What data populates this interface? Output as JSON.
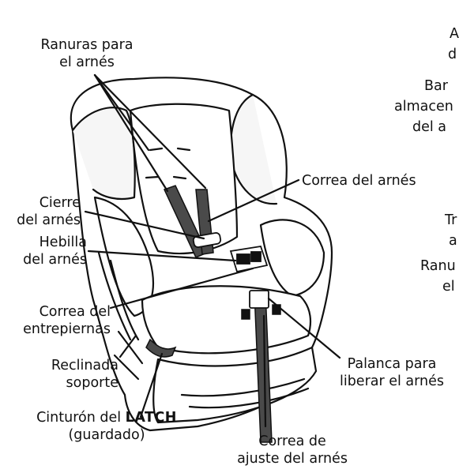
{
  "labels": {
    "harness_slots": [
      "Ranuras para",
      "el arnés"
    ],
    "harness_clip": [
      "Cierre",
      "del arnés"
    ],
    "harness_buckle": [
      "Hebilla",
      "del arnés"
    ],
    "crotch_strap": [
      "Correa del",
      "entrepiernas"
    ],
    "recline_support": [
      "Reclinada",
      "soporte"
    ],
    "latch_belt": {
      "prefix": "Cinturón del ",
      "bold": "LATCH",
      "line2": "(guardado)"
    },
    "adjust_strap": [
      "Correa de",
      "ajuste del arnés"
    ],
    "harness_strap": "Correa del arnés",
    "release_lever": [
      "Palanca para",
      "liberar el arnés"
    ],
    "cut_off_right": [
      "A",
      "d",
      "Bar",
      "almacen",
      "del a",
      "Tr",
      "a",
      "Ranu",
      "el"
    ]
  },
  "colors": {
    "outline": "#111111",
    "strap": "#4a4a4a",
    "shell": "#ffffff",
    "cushion_shade": "#e9e9e9"
  }
}
